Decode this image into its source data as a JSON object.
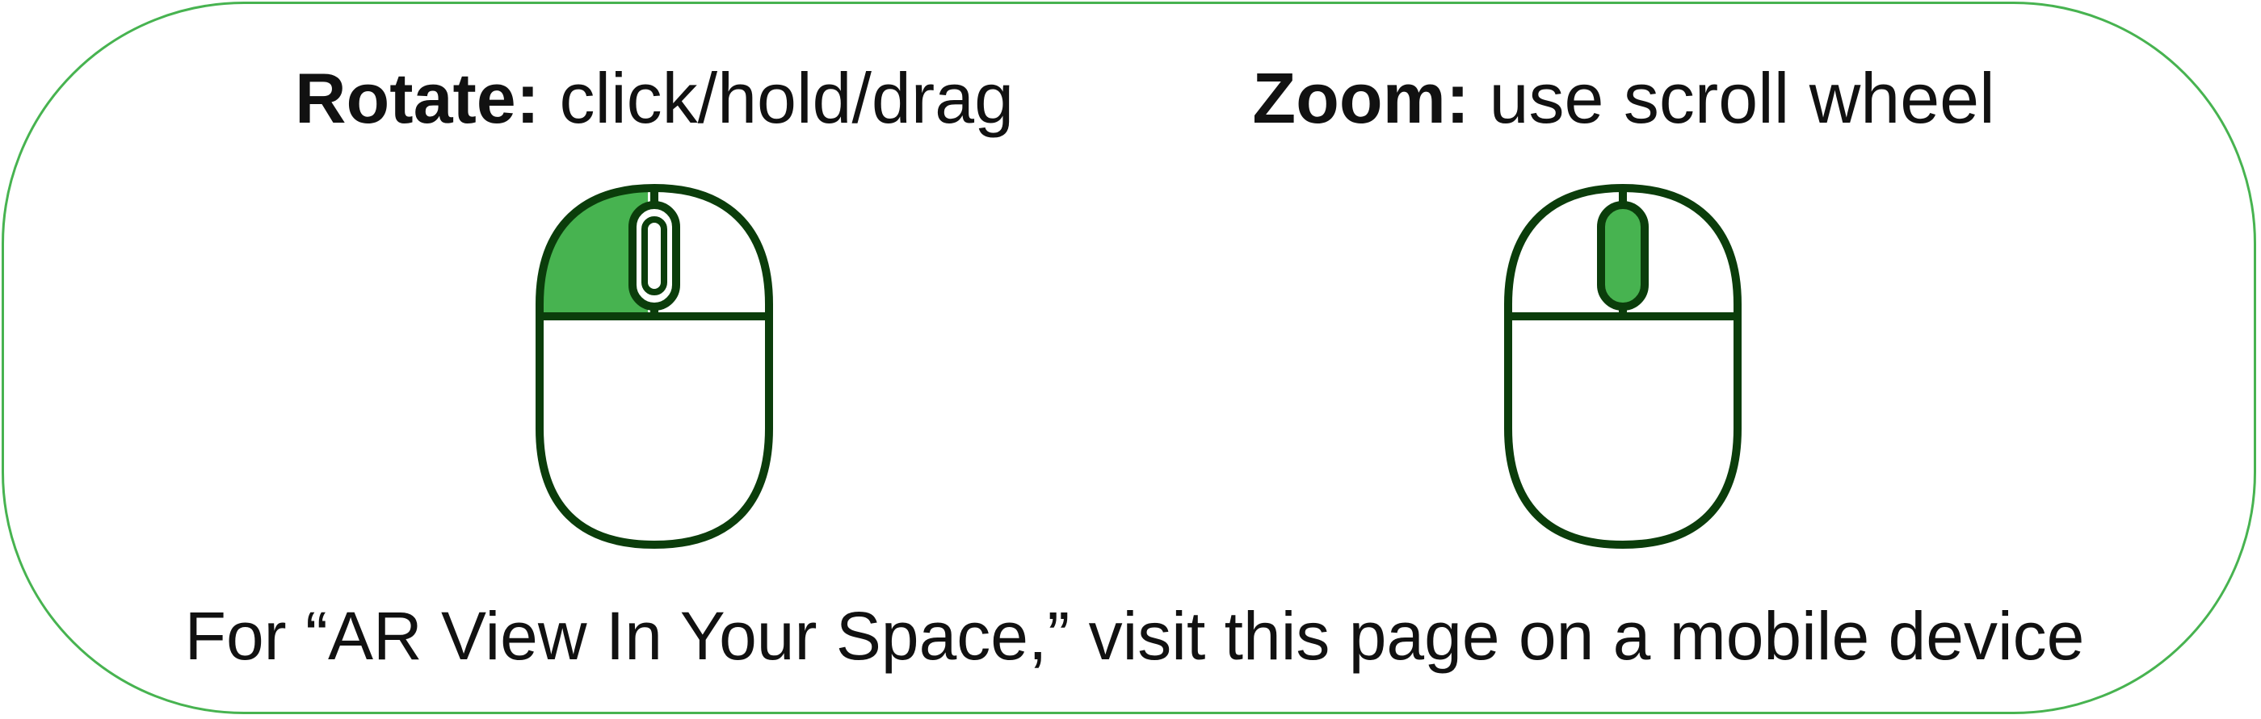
{
  "instructions": {
    "rotate": {
      "label": "Rotate:",
      "text": "click/hold/drag"
    },
    "zoom": {
      "label": "Zoom:",
      "text": "use scroll wheel"
    }
  },
  "footer": {
    "text": "For “AR View In Your Space,” visit this page on a mobile device"
  },
  "colors": {
    "border": "#47b350",
    "mouse_outline": "#0b3d0b",
    "highlight_fill": "#47b350",
    "text": "#111111"
  },
  "icons": {
    "rotate": "mouse-left-click-icon",
    "zoom": "mouse-scroll-wheel-icon"
  }
}
